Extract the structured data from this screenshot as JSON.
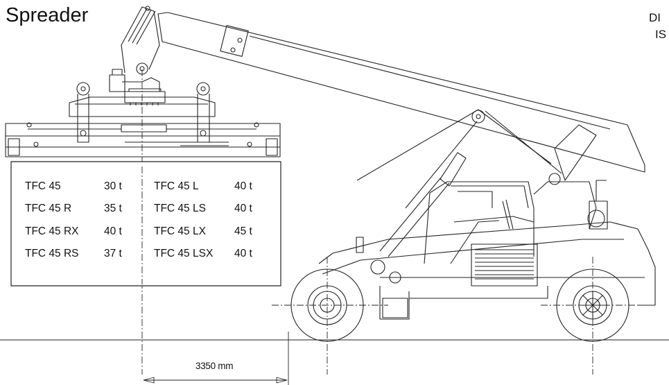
{
  "title": "Spreader",
  "corner_text": [
    "DI",
    "IS"
  ],
  "models": [
    {
      "name": "TFC 45",
      "capacity": "30 t"
    },
    {
      "name": "TFC 45 R",
      "capacity": "35 t"
    },
    {
      "name": "TFC 45 RX",
      "capacity": "40 t"
    },
    {
      "name": "TFC 45 RS",
      "capacity": "37 t"
    },
    {
      "name": "TFC 45 L",
      "capacity": "40 t"
    },
    {
      "name": "TFC 45 LS",
      "capacity": "40 t"
    },
    {
      "name": "TFC 45 LX",
      "capacity": "45 t"
    },
    {
      "name": "TFC 45 LSX",
      "capacity": "40 t"
    }
  ],
  "dimension": "3350 mm"
}
